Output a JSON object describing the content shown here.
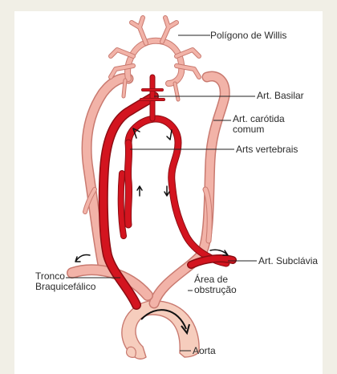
{
  "labels": {
    "willis": "Polígono de Willis",
    "basilar": "Art. Basilar",
    "carotida_1": "Art. carótida",
    "carotida_2": "comum",
    "vertebrais": "Arts vertebrais",
    "subclavia": "Art. Subclávia",
    "tronco_1": "Tronco",
    "tronco_2": "Braquicefálico",
    "area_1": "Área de",
    "area_2": "obstrução",
    "aorta": "Aorta"
  },
  "colors": {
    "background": "#f1efe6",
    "panel": "#ffffff",
    "artery_pale": "#f2b3a8",
    "artery_pale_edge": "#c97a70",
    "artery_red": "#d3141f",
    "artery_red_edge": "#8c0c12",
    "aorta_fill": "#f6cdbd",
    "leader_line": "#222222"
  }
}
